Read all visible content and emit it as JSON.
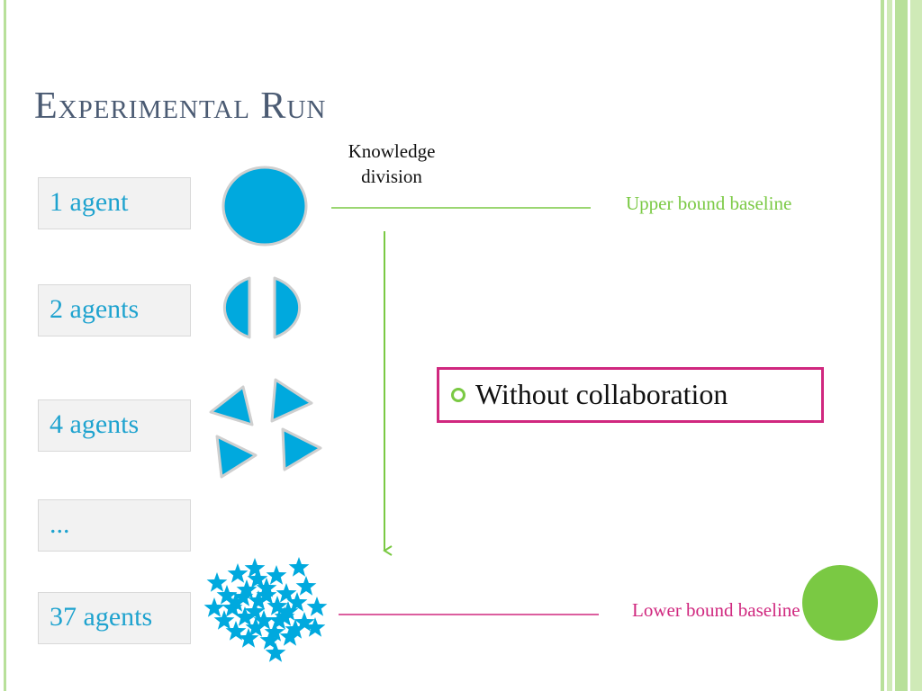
{
  "title": "Experimental Run",
  "agent_rows": [
    {
      "label": "1 agent"
    },
    {
      "label": "2 agents"
    },
    {
      "label": "4 agents"
    },
    {
      "label": "..."
    },
    {
      "label": "37 agents"
    }
  ],
  "knowledge_division": {
    "line1": "Knowledge",
    "line2": "division"
  },
  "upper_baseline": "Upper bound baseline",
  "lower_baseline": "Lower bound baseline",
  "callout": {
    "text": "Without collaboration"
  },
  "colors": {
    "shape_fill": "#00a9de",
    "green_accent": "#7ac943",
    "magenta_accent": "#d0287f",
    "frame_green": "#b8e09a"
  },
  "icons": [
    "circle-shape",
    "half-circle-shape",
    "triangle-shape",
    "star-shape"
  ]
}
